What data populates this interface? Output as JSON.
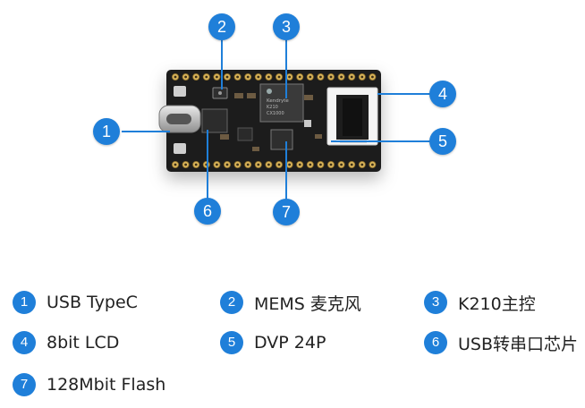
{
  "accent_color": "#1f7fd9",
  "callouts": [
    {
      "num": "1",
      "label": "USB TypeC"
    },
    {
      "num": "2",
      "label": "MEMS 麦克风"
    },
    {
      "num": "3",
      "label": "K210主控"
    },
    {
      "num": "4",
      "label": "8bit LCD"
    },
    {
      "num": "5",
      "label": "DVP 24P"
    },
    {
      "num": "6",
      "label": "USB转串口芯片"
    },
    {
      "num": "7",
      "label": "128Mbit Flash"
    }
  ],
  "board": {
    "chip_marking": [
      "Kendryte",
      "K210",
      "CX1000"
    ]
  }
}
